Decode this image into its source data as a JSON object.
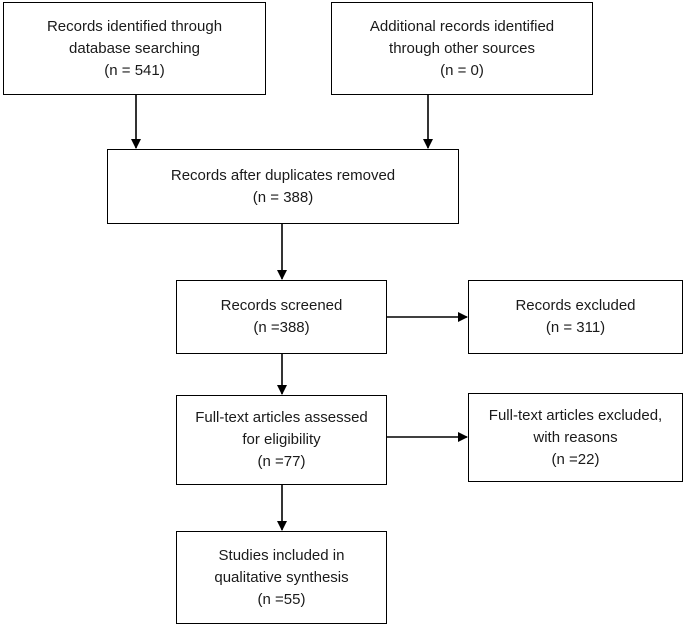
{
  "boxes": {
    "database_records": {
      "line1": "Records identified through",
      "line2": "database searching",
      "count": "(n = 541)"
    },
    "other_sources": {
      "line1": "Additional records identified",
      "line2": "through other sources",
      "count": "(n = 0)"
    },
    "after_duplicates": {
      "line1": "Records after duplicates removed",
      "count": "(n = 388)"
    },
    "screened": {
      "line1": "Records screened",
      "count": "(n =388)"
    },
    "excluded": {
      "line1": "Records excluded",
      "count": "(n = 311)"
    },
    "fulltext_assessed": {
      "line1": "Full-text articles assessed",
      "line2": "for eligibility",
      "count": "(n =77)"
    },
    "fulltext_excluded": {
      "line1": "Full-text articles excluded,",
      "line2": "with reasons",
      "count": "(n =22)"
    },
    "included": {
      "line1": "Studies included in",
      "line2": "qualitative synthesis",
      "count": "(n =55)"
    }
  },
  "colors": {
    "stroke": "#000000",
    "background": "#ffffff"
  }
}
